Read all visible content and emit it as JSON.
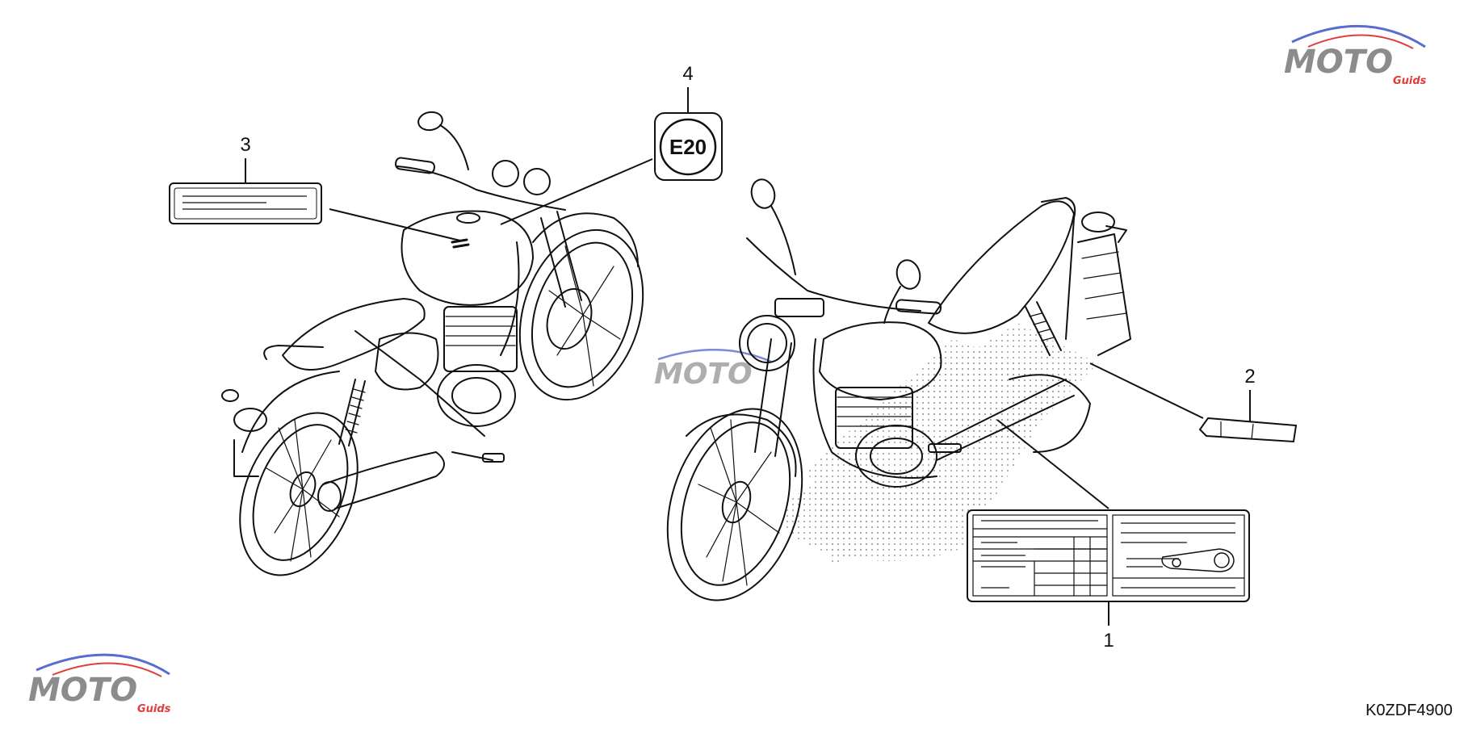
{
  "diagram": {
    "callouts": [
      {
        "id": "1",
        "label": "1"
      },
      {
        "id": "2",
        "label": "2"
      },
      {
        "id": "3",
        "label": "3"
      },
      {
        "id": "4",
        "label": "4"
      }
    ],
    "e20_label": "E20",
    "diagram_code": "K0ZDF4900",
    "watermark": {
      "brand": "MOTO",
      "sub": "Guids"
    },
    "colors": {
      "line": "#111111",
      "stipple": "#9a9a9a",
      "wm_gray": "#8c8c8c",
      "wm_red": "#e23c3c",
      "wm_blue": "#5a6ccf"
    }
  }
}
